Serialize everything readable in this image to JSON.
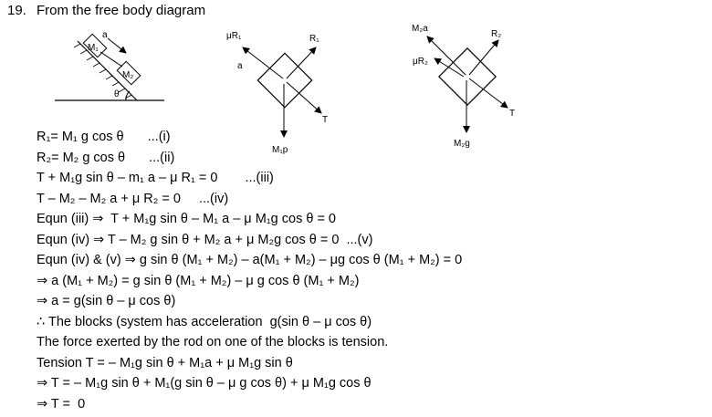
{
  "question": {
    "number": "19.",
    "title": "From the free body diagram"
  },
  "figure1": {
    "m1_label": "M₁",
    "m2_label": "M₂",
    "accel_label": "a",
    "angle_label": "θ"
  },
  "figure2": {
    "friction_label": "μR₁",
    "normal_label": "R₁",
    "accel_label": "a",
    "tension_label": "T",
    "weight_label": "M₁p"
  },
  "figure3": {
    "pseudo_label": "M₂a",
    "normal_label": "R₂",
    "friction_label": "μR₂",
    "tension_label": "T",
    "weight_label": "M₂g"
  },
  "equations": [
    {
      "text": "R₁= M₁ g cos θ",
      "tag": "...(i)"
    },
    {
      "text": "R₂= M₂ g cos θ",
      "tag": "...(ii)"
    },
    {
      "text": "T + M₁g sin θ – m₁ a – μ R₁ = 0",
      "tag": "...(iii)"
    },
    {
      "text": "T – M₂ – M₂ a + μ R₂ = 0",
      "tag": "...(iv)"
    },
    {
      "text": "Equn (iii) ⇒  T + M₁g sin θ – M₁ a – μ M₁g cos θ = 0",
      "tag": ""
    },
    {
      "text": "Equn (iv) ⇒ T – M₂ g sin θ + M₂ a + μ M₂g cos θ = 0  ...(v)",
      "tag": ""
    },
    {
      "text": "Equn (iv) & (v) ⇒ g sin θ (M₁ + M₂) – a(M₁ + M₂) – μg cos θ (M₁ + M₂) = 0",
      "tag": ""
    },
    {
      "text": "⇒ a (M₁ + M₂) = g sin θ (M₁ + M₂) – μ g cos θ (M₁ + M₂)",
      "tag": ""
    },
    {
      "text": "⇒ a = g(sin θ – μ cos θ)",
      "tag": ""
    },
    {
      "text": "∴ The blocks (system has acceleration  g(sin θ – μ cos θ)",
      "tag": ""
    },
    {
      "text": "The force exerted by the rod on one of the blocks is tension.",
      "tag": ""
    },
    {
      "text": "Tension T = – M₁g sin θ + M₁a + μ M₁g sin θ",
      "tag": ""
    },
    {
      "text": "⇒ T = – M₁g sin θ + M₁(g sin θ – μ g cos θ) + μ M₁g cos θ",
      "tag": ""
    },
    {
      "text": "⇒ T =  0",
      "tag": ""
    }
  ]
}
